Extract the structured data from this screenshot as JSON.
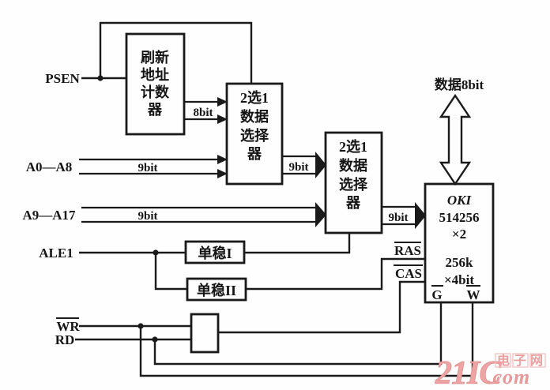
{
  "diagram": {
    "title_hint": "DRAM refresh circuit schematic",
    "signals": {
      "psen": "PSEN",
      "a0a8": "A0—A8",
      "a9a17": "A9—A17",
      "ale1": "ALE1",
      "wr": "WR",
      "rd": "RD",
      "ras": "RAS",
      "cas": "CAS",
      "g": "G",
      "w": "W",
      "data_bus": "数据8bit"
    },
    "bus_labels": {
      "bus8": "8bit",
      "b9_a0a8": "9bit",
      "b9_a9a17": "9bit",
      "b9_sel1": "9bit",
      "b9_sel2": "9bit"
    },
    "boxes": {
      "refresh_counter": {
        "lines": [
          "刷新",
          "地址",
          "计数",
          "器"
        ]
      },
      "selector1": {
        "lines": [
          "2选1",
          "数据",
          "选择",
          "器"
        ]
      },
      "selector2": {
        "lines": [
          "2选1",
          "数据",
          "选择",
          "器"
        ]
      },
      "mono1": {
        "label": "单稳I"
      },
      "mono2": {
        "label": "单稳II"
      },
      "memory": {
        "lines": [
          "OKI",
          "514256",
          "×2",
          "256k",
          "×4bit"
        ]
      }
    },
    "watermark": {
      "brand": "21IC",
      "site": "电子网",
      "suffix": ".com"
    },
    "colors": {
      "line": "#1a1a1a",
      "watermark": "#ea9e9e"
    }
  }
}
